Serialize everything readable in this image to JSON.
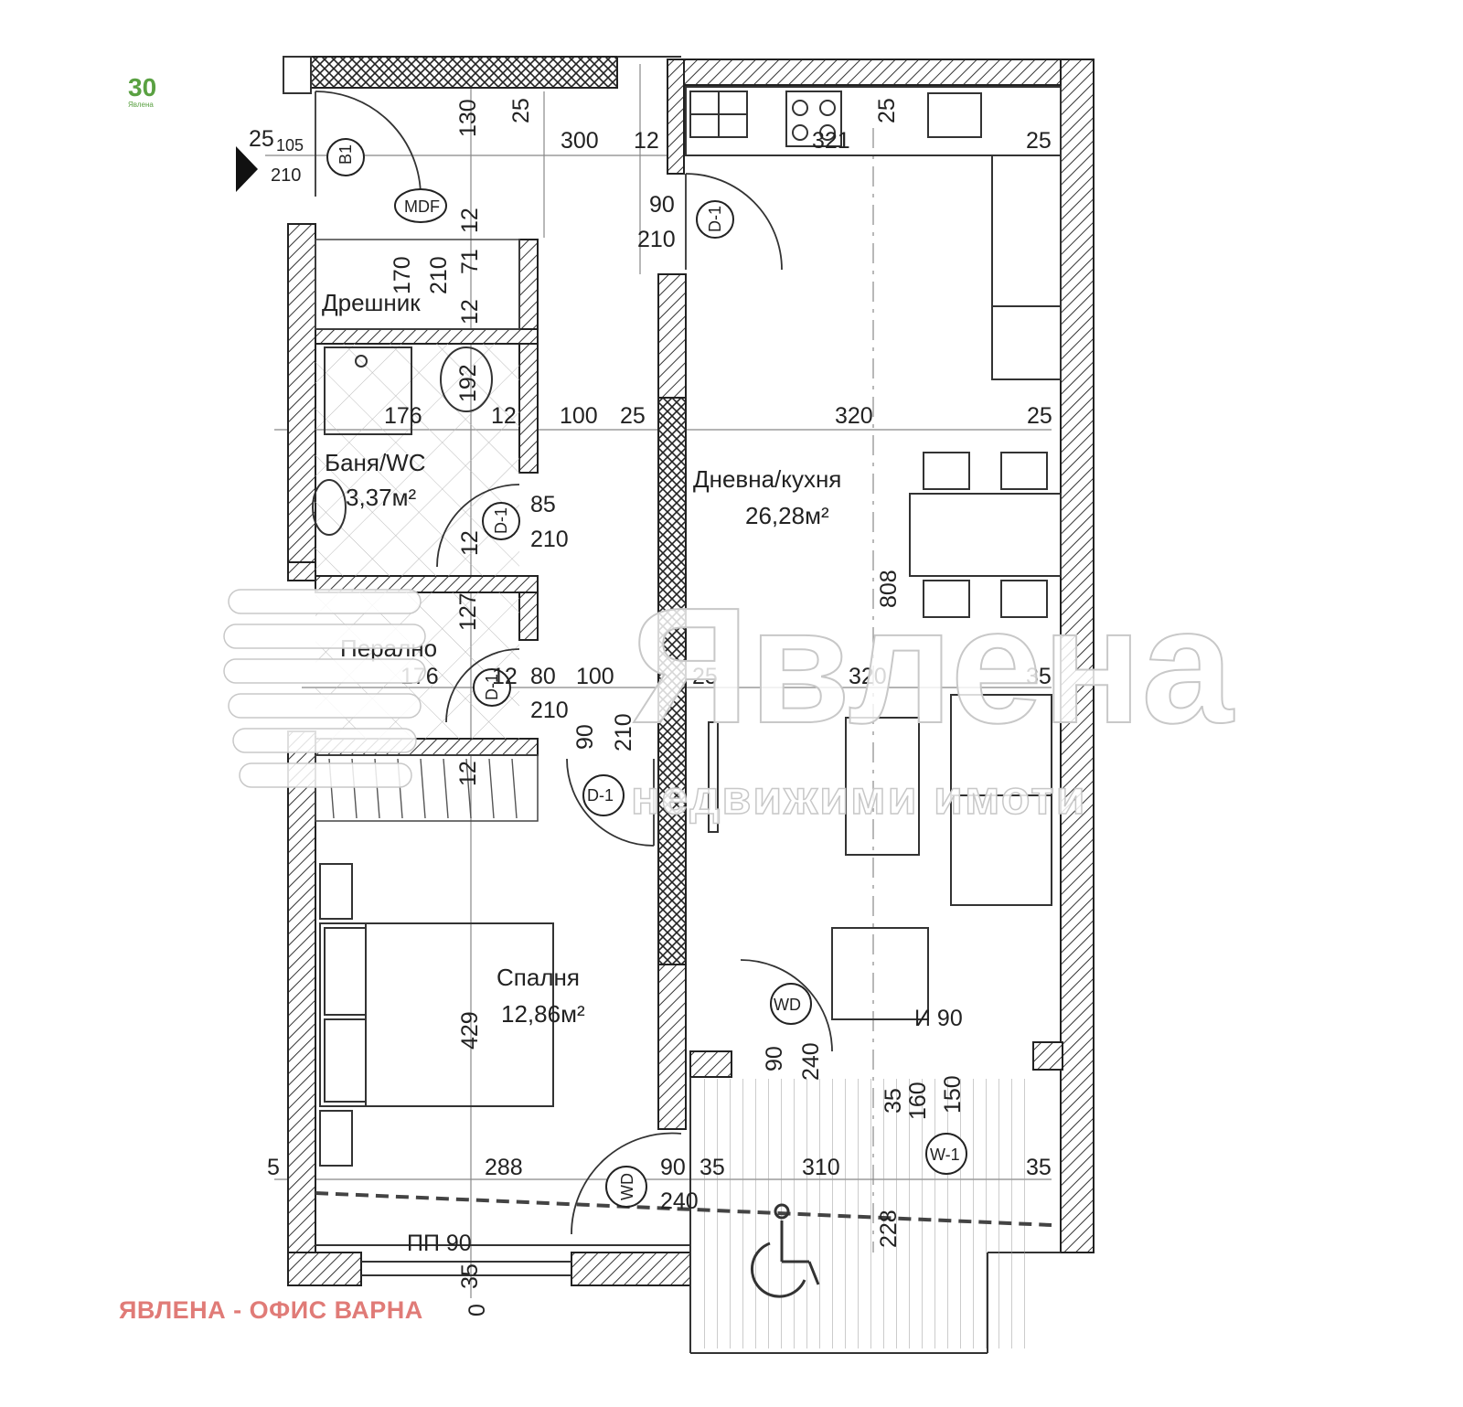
{
  "logo": {
    "number": "30",
    "brand": "Явлена"
  },
  "watermark": {
    "brand": "Явлена",
    "subtitle": "недвижими имоти"
  },
  "office_label": "ЯВЛЕНА - ОФИС ВАРНА",
  "rooms": {
    "hall": {
      "name": "Дрешник"
    },
    "bath": {
      "name": "Баня/WC",
      "area": "3,37м²"
    },
    "laundry": {
      "name": "Перално"
    },
    "living": {
      "name": "Дневна/кухня",
      "area": "26,28м²"
    },
    "bedroom": {
      "name": "Спалня",
      "area": "12,86м²"
    }
  },
  "tags": {
    "b1": "B1",
    "mdf": "MDF",
    "d1": "D-1",
    "wd": "WD",
    "w1": "W-1",
    "pp": "ПП 90",
    "n90": "И 90"
  },
  "dims": {
    "d25a": "25",
    "d105": "105",
    "d210a": "210",
    "d130": "130",
    "d25b": "25",
    "d300": "300",
    "d12a": "12",
    "d321": "321",
    "d25c": "25",
    "d25d": "25",
    "d90a": "90",
    "d210b": "210",
    "d170": "170",
    "d210c": "210",
    "d71": "71",
    "d12b": "12",
    "d12c": "12",
    "d176a": "176",
    "d192": "192",
    "d12d": "12",
    "d100a": "100",
    "d25e": "25",
    "d320a": "320",
    "d25f": "25",
    "d85": "85",
    "d210d": "210",
    "d12e": "12",
    "d808": "808",
    "d127": "127",
    "d176b": "176",
    "d12f": "12",
    "d80": "80",
    "d100b": "100",
    "d210e": "210",
    "d25g": "25",
    "d320b": "320",
    "d35a": "35",
    "d90b": "90",
    "d210f": "210",
    "d12g": "12",
    "d429": "429",
    "d90c": "90",
    "d240a": "240",
    "d35b": "35",
    "d160": "160",
    "d150": "150",
    "d288": "288",
    "d90d": "90",
    "d35c": "35",
    "d310": "310",
    "d35d": "35",
    "d240b": "240",
    "d228": "228",
    "d35e": "35",
    "d0": "0",
    "d5": "5"
  }
}
